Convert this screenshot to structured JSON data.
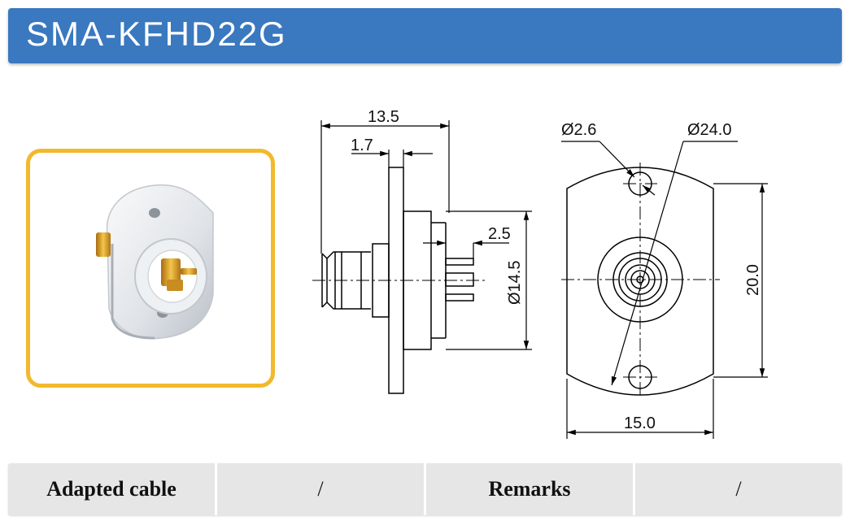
{
  "product": {
    "title": "SMA-KFHD22G"
  },
  "drawing": {
    "side_view": {
      "overall_length": "13.5",
      "flange_thickness": "1.7",
      "pin_offset": "2.5",
      "body_diameter": "Ø14.5"
    },
    "front_view": {
      "hole_diameter": "Ø2.6",
      "hole_spacing_diameter": "Ø24.0",
      "height": "20.0",
      "width": "15.0"
    }
  },
  "spec_table": {
    "adapted_cable_label": "Adapted cable",
    "adapted_cable_value": "/",
    "remarks_label": "Remarks",
    "remarks_value": "/"
  },
  "colors": {
    "title_bar": "#3a78bf",
    "photo_frame": "#f2b92d",
    "table_bg": "#e6e6e6"
  }
}
